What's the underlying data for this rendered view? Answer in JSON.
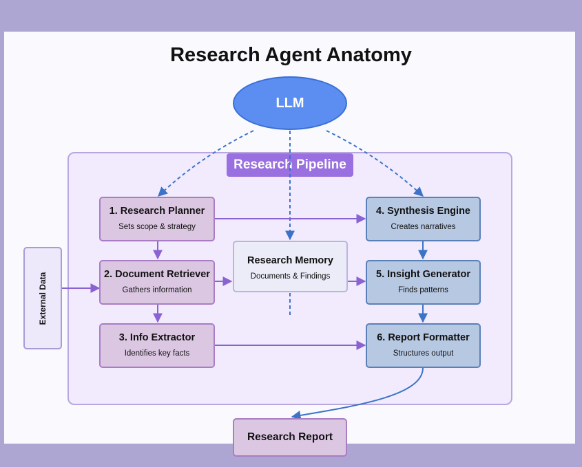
{
  "title": "Research Agent Anatomy",
  "llm": {
    "label": "LLM"
  },
  "pipeline": {
    "label": "Research Pipeline"
  },
  "external": {
    "label": "External Data"
  },
  "memory": {
    "title": "Research Memory",
    "subtitle": "Documents & Findings"
  },
  "steps": [
    {
      "title": "1. Research Planner",
      "subtitle": "Sets scope & strategy"
    },
    {
      "title": "2. Document Retriever",
      "subtitle": "Gathers information"
    },
    {
      "title": "3. Info Extractor",
      "subtitle": "Identifies key facts"
    },
    {
      "title": "4. Synthesis Engine",
      "subtitle": "Creates narratives"
    },
    {
      "title": "5. Insight Generator",
      "subtitle": "Finds patterns"
    },
    {
      "title": "6. Report Formatter",
      "subtitle": "Structures output"
    }
  ],
  "output": {
    "label": "Research Report"
  },
  "colors": {
    "frame": "#ada6d2",
    "llm": "#5b8ef0",
    "pipeline_label": "#9a6fe0",
    "stage_purple": "#dcc7e3",
    "stage_blue": "#b6c8e2",
    "arrow_purple": "#8a63d2",
    "arrow_blue": "#3c73c8"
  }
}
